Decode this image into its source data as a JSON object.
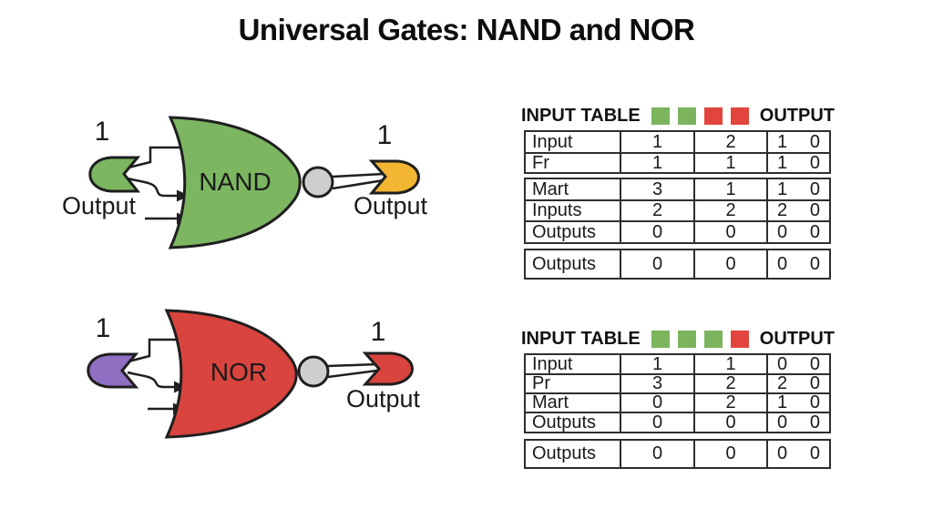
{
  "title": "Universal Gates: NAND and NOR",
  "colors": {
    "gate_green": "#7cb661",
    "gate_red": "#da443e",
    "tag_green": "#7cb661",
    "tag_purple": "#8f6fc2",
    "tag_yellow": "#f2b632",
    "tag_red": "#da443e",
    "bubble_gray": "#cecece",
    "legend_green": "#7cb45e",
    "legend_red": "#e2453e"
  },
  "nand": {
    "label": "NAND",
    "input_value": "1",
    "input_caption": "Output",
    "output_value": "1",
    "output_caption": "Output"
  },
  "nor": {
    "label": "NOR",
    "input_value": "1",
    "output_value": "1",
    "output_caption": "Output"
  },
  "tables": [
    {
      "title": "INPUT TABLE",
      "output_label": "OUTPUT",
      "legend": [
        "green",
        "green",
        "red",
        "red"
      ],
      "rows": [
        [
          "Input",
          "1",
          "2",
          "1",
          "0"
        ],
        [
          "Fr",
          "1",
          "1",
          "1",
          "0"
        ],
        [
          "Mart",
          "3",
          "1",
          "1",
          "0"
        ],
        [
          "Inputs",
          "2",
          "2",
          "2",
          "0"
        ],
        [
          "Outputs",
          "0",
          "0",
          "0",
          "0"
        ],
        [
          "Outputs",
          "0",
          "0",
          "0",
          "0"
        ]
      ]
    },
    {
      "title": "INPUT TABLE",
      "output_label": "OUTPUT",
      "legend": [
        "green",
        "green",
        "green",
        "red"
      ],
      "rows": [
        [
          "Input",
          "1",
          "1",
          "0",
          "0"
        ],
        [
          "Pr",
          "3",
          "2",
          "2",
          "0"
        ],
        [
          "Mart",
          "0",
          "2",
          "1",
          "0"
        ],
        [
          "Outputs",
          "0",
          "0",
          "0",
          "0"
        ],
        [
          "Outputs",
          "0",
          "0",
          "0",
          "0"
        ]
      ]
    }
  ]
}
